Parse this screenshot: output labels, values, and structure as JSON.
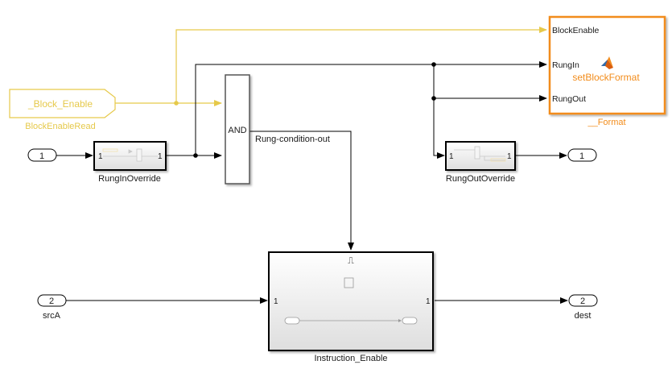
{
  "colors": {
    "signal": "#000000",
    "enable_signal": "#e6c94a",
    "highlight_block": "#f28c1b"
  },
  "blocks": {
    "from_block": {
      "tag": "_Block_Enable",
      "name": "BlockEnableRead"
    },
    "inport_rung": {
      "number": "1"
    },
    "rung_in_override": {
      "name": "RungInOverride",
      "in_port": "1",
      "out_port": "1"
    },
    "and_block": {
      "operator": "AND"
    },
    "rung_out_override": {
      "name": "RungOutOverride",
      "in_port": "1",
      "out_port": "1"
    },
    "outport_rung": {
      "number": "1"
    },
    "format_block": {
      "name": "__Format",
      "function": "setBlockFormat",
      "ports": [
        "BlockEnable",
        "RungIn",
        "RungOut"
      ],
      "icon": "matlab-logo-icon"
    },
    "instruction_enable": {
      "name": "Instruction_Enable",
      "in_port": "1",
      "out_port": "1",
      "trigger_symbol": "⎍"
    },
    "inport_srcA": {
      "number": "2",
      "name": "srcA"
    },
    "outport_dest": {
      "number": "2",
      "name": "dest"
    }
  },
  "signals": {
    "and_output": "Rung-condition-out"
  }
}
